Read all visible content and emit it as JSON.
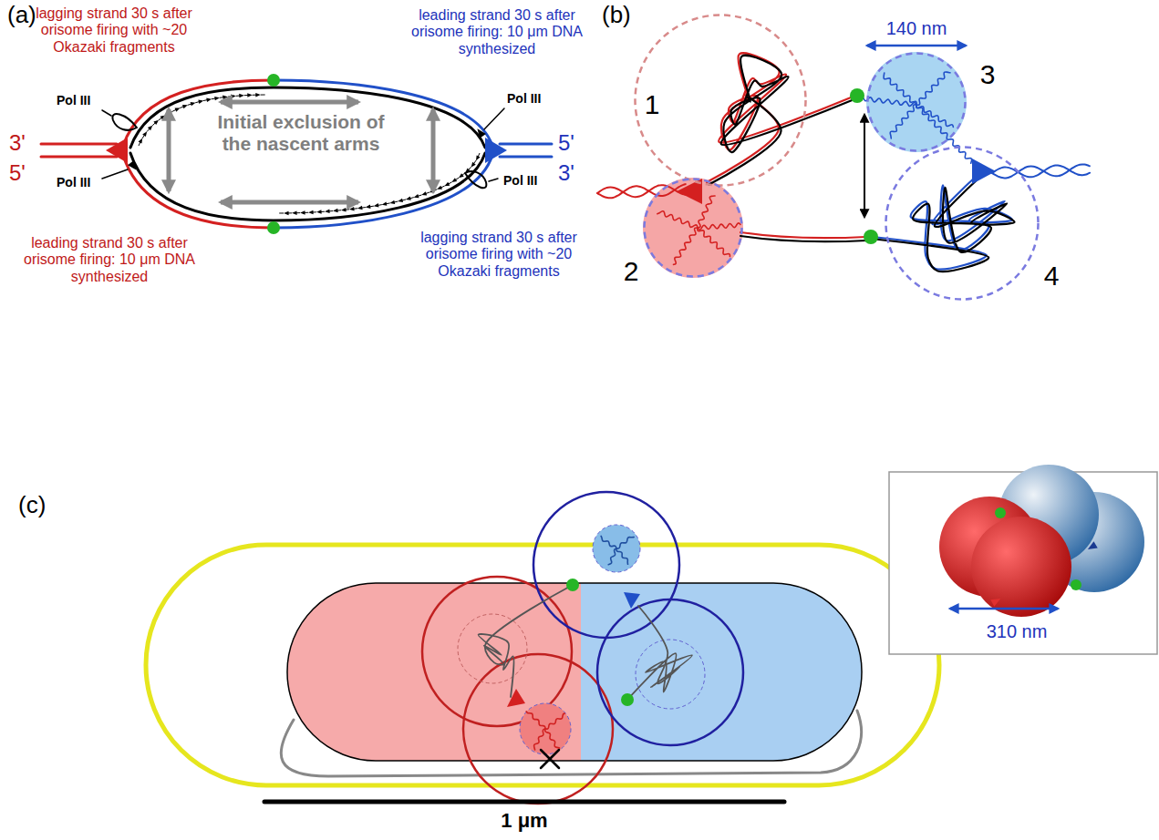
{
  "diagram": {
    "nodes": [
      {
        "text": [
          "1"
        ]
      },
      {
        "text": [
          "2"
        ]
      },
      {
        "text": [
          "3"
        ]
      },
      {
        "text": [
          "4"
        ]
      }
    ],
    "labels": [
      "(a)",
      "lagging strand 30 s after orisome firing with ~20 Okazaki fragments",
      "Pol III",
      "3'",
      "5'",
      "Pol III",
      "leading strand 30 s after orisome firing: 10 μm DNA synthesized",
      "Initial exclusion of the nascent arms",
      "leading strand 30 s after orisome firing: 10 μm DNA synthesized",
      "Pol III",
      "5'",
      "3'",
      "Pol III",
      "lagging strand 30 s after orisome firing with ~20 Okazaki fragments",
      "(b)",
      "140 nm",
      "(c)",
      "310 nm",
      "1 μm"
    ]
  }
}
